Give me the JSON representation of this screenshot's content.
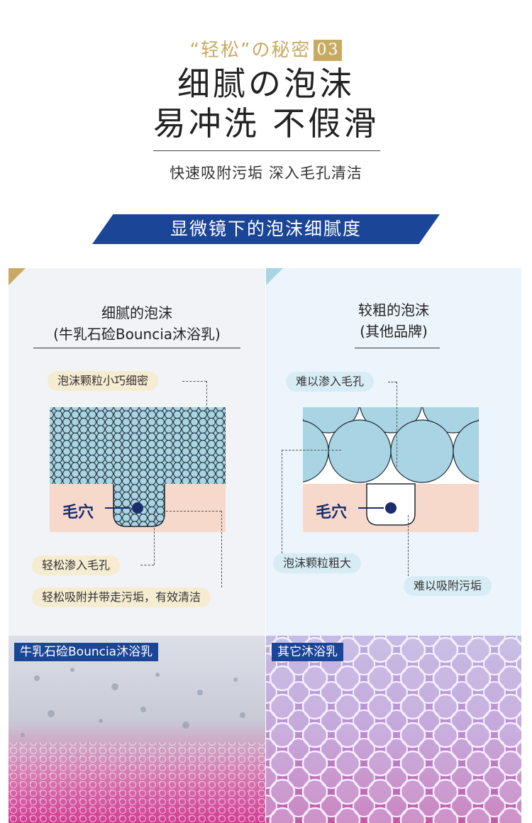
{
  "header": {
    "kicker": "“轻松”の秘密",
    "kicker_num": "03",
    "headline_line1": "细腻の泡沫",
    "headline_line2": "易冲洗  不假滑",
    "subtitle": "快速吸附污垢  深入毛孔清洁"
  },
  "banner": {
    "label": "显微镜下的泡沫细腻度"
  },
  "left_panel": {
    "title_line1": "细腻的泡沫",
    "title_line2": "(牛乳石硷Bouncia沐浴乳)",
    "callout_top": "泡沫颗粒小巧细密",
    "pore_label": "毛穴",
    "callout_mid": "轻松渗入毛孔",
    "callout_bottom": "轻松吸附并带走污垢，有效清洁"
  },
  "right_panel": {
    "title_line1": "较粗的泡沫",
    "title_line2": "(其他品牌)",
    "callout_top": "难以渗入毛孔",
    "pore_label": "毛穴",
    "callout_mid": "泡沫颗粒粗大",
    "callout_bottom": "难以吸附污垢"
  },
  "photos": {
    "left_tag": "牛乳石硷Bouncia沐浴乳",
    "right_tag": "其它沐浴乳"
  },
  "colors": {
    "gold": "#c8aa63",
    "navy": "#1b4596",
    "dark_navy": "#1b2d6b",
    "foam_blue": "#a9d4e3",
    "skin_pink": "#f7d9cc"
  }
}
